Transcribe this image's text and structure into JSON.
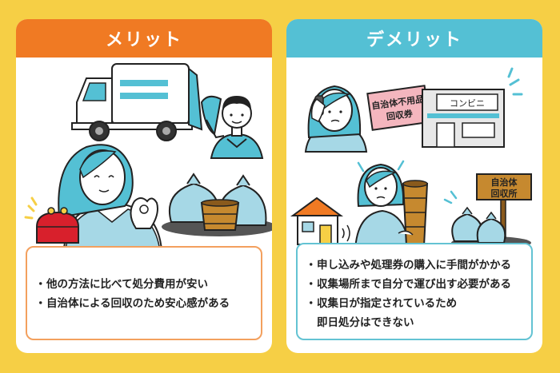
{
  "left": {
    "title": "メリット",
    "points": [
      "他の方法に比べて処分費用が安い",
      "自治体による回収のため安心感がある"
    ],
    "accent": "#F07A23"
  },
  "right": {
    "title": "デメリット",
    "points": [
      {
        "line1": "申し込みや処理券の購入に手間がかかる"
      },
      {
        "line1": "収集場所まで自分で運び出す必要がある"
      },
      {
        "line1": "収集日が指定されているため",
        "line2": "即日処分はできない"
      }
    ],
    "accent": "#54C0D4",
    "signs": {
      "ticket": "自治体不用品回収券",
      "store": "コンビニ",
      "collection": "自治体回収所"
    }
  },
  "bullet": "・"
}
